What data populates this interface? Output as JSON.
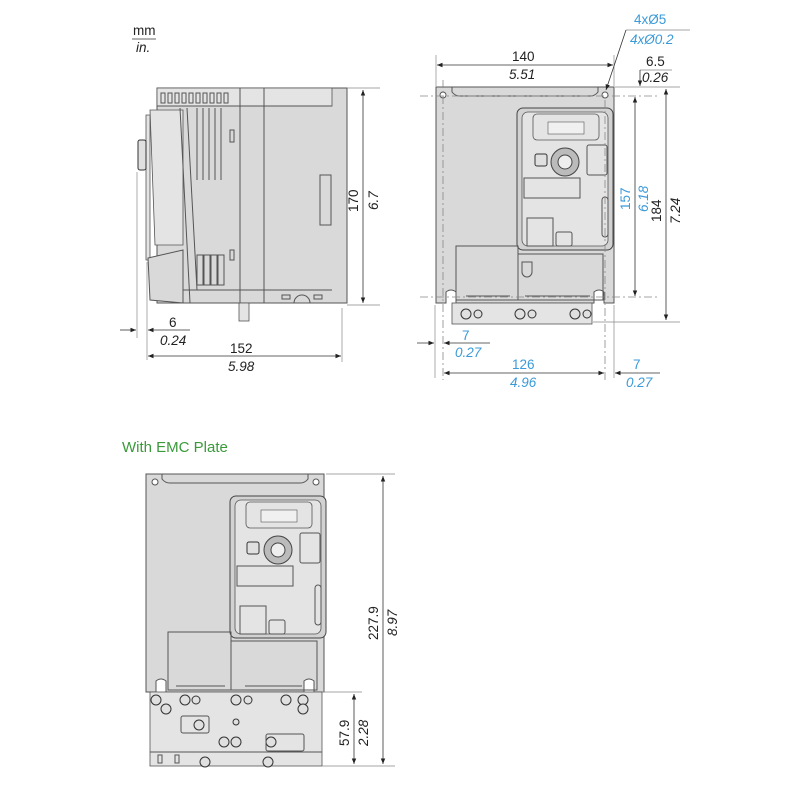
{
  "units": {
    "primary": "mm",
    "secondary": "in."
  },
  "side_view": {
    "height": {
      "mm": "170",
      "in": "6.7"
    },
    "depth_total": {
      "mm": "152",
      "in": "5.98"
    },
    "offset_left": {
      "mm": "6",
      "in": "0.24"
    }
  },
  "front_view": {
    "width": {
      "mm": "140",
      "in": "5.51"
    },
    "holes": {
      "mm": "4xØ5",
      "in": "4xØ0.2"
    },
    "hole_top_offset": {
      "mm": "6.5",
      "in": "0.26"
    },
    "hole_spacing_vertical": {
      "mm": "157",
      "in": "6.18"
    },
    "height": {
      "mm": "184",
      "in": "7.24"
    },
    "hole_spacing_horizontal": {
      "mm": "126",
      "in": "4.96"
    },
    "hole_left_margin": {
      "mm": "7",
      "in": "0.27"
    },
    "hole_right_margin": {
      "mm": "7",
      "in": "0.27"
    }
  },
  "emc_view": {
    "title": "With EMC Plate",
    "total_height": {
      "mm": "227.9",
      "in": "8.97"
    },
    "plate_height": {
      "mm": "57.9",
      "in": "2.28"
    }
  },
  "colors": {
    "metric_blue": "#3b9ad9",
    "title_green": "#3a9a3a",
    "body_gray": "#d9d9d9"
  }
}
